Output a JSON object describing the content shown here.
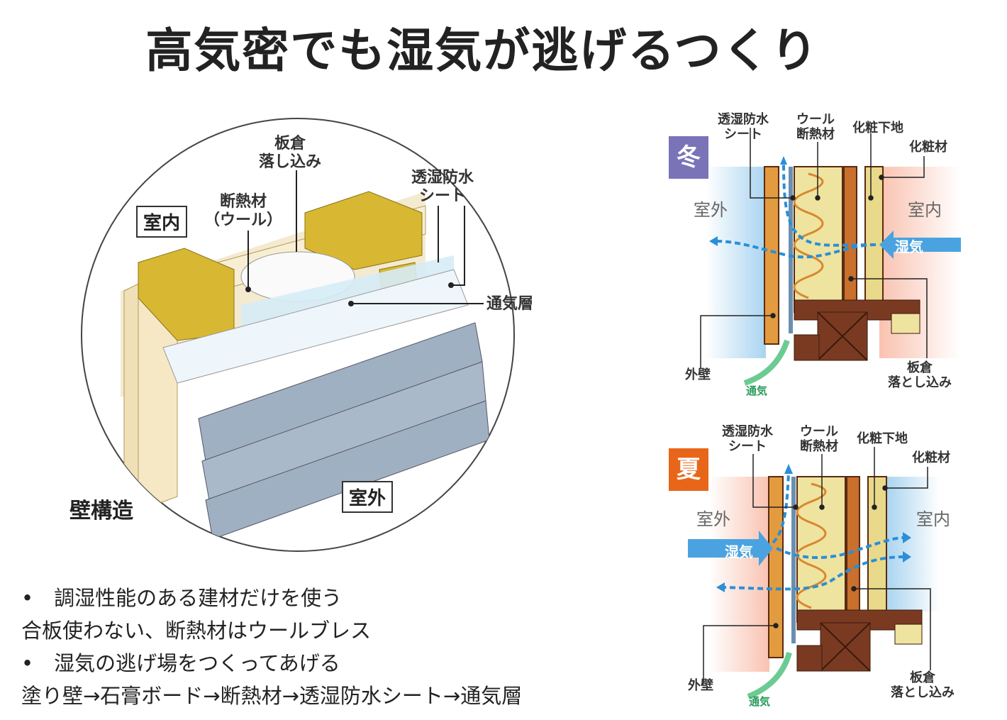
{
  "title": "高気密でも湿気が逃げるつくり",
  "wall_illustration": {
    "caption": "壁構造",
    "indoor": "室内",
    "outdoor": "室外",
    "labels": {
      "itakura": "板倉\n落し込み",
      "insulation": "断熱材\n（ウール）",
      "sheet": "透湿防水\nシート",
      "air_layer": "通気層"
    }
  },
  "bullets": [
    "•　調湿性能のある建材だけを使う",
    "合板使わない、断熱材はウールブレス",
    "•　湿気の逃げ場をつくってあげる",
    "塗り壁→石膏ボード→断熱材→透湿防水シート→通気層"
  ],
  "panels": [
    {
      "season": "冬",
      "badge_color": "#7a73b8",
      "sheet": "透湿防水\nシート",
      "wool": "ウール\n断熱材",
      "base": "化粧下地",
      "finish": "化粧材",
      "outdoor": "室外",
      "indoor": "室内",
      "moisture": "湿気",
      "outer_wall": "外壁",
      "vent": "通気",
      "itakura": "板倉\n落とし込み"
    },
    {
      "season": "夏",
      "badge_color": "#e8661a",
      "sheet": "透湿防水\nシート",
      "wool": "ウール\n断熱材",
      "base": "化粧下地",
      "finish": "化粧材",
      "outdoor": "室外",
      "indoor": "室内",
      "moisture": "湿気",
      "outer_wall": "外壁",
      "vent": "通気",
      "itakura": "板倉\n落とし込み"
    }
  ]
}
